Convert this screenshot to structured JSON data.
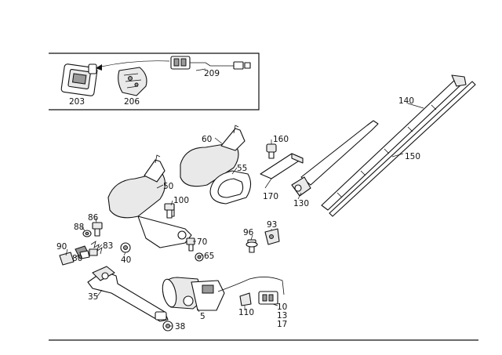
{
  "labels": {
    "p203": "203",
    "p206": "206",
    "p209": "209",
    "p140": "140",
    "p150": "150",
    "p160": "160",
    "p170": "170",
    "p130": "130",
    "p60": "60",
    "p55": "55",
    "p50": "50",
    "p100": "100",
    "p86": "86",
    "p88": "88",
    "p83": "83",
    "p90": "90",
    "p80": "80",
    "p40": "40",
    "p70": "70",
    "p65": "65",
    "p96": "96",
    "p93": "93",
    "p35": "35",
    "p38": "38",
    "p5": "5",
    "p110": "110",
    "p10": "10",
    "p13": "13",
    "p17": "17"
  },
  "colors": {
    "line": "#111111",
    "background": "#ffffff",
    "shade": "#9a9a9a"
  }
}
